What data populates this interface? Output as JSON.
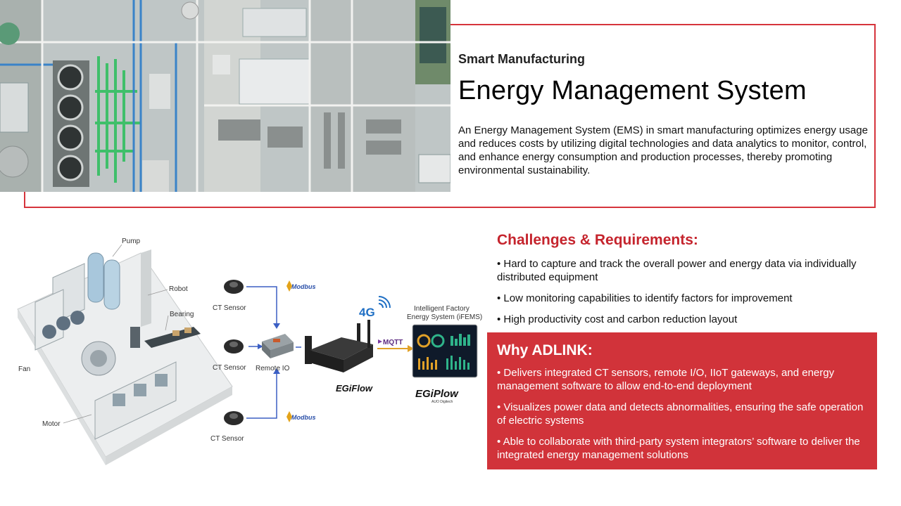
{
  "header": {
    "subtitle": "Smart Manufacturing",
    "title": "Energy Management System",
    "intro": "An Energy Management System (EMS) in smart manufacturing optimizes energy usage and reduces costs by utilizing digital technologies and data analytics to monitor, control, and enhance energy consumption and production processes, thereby promoting environmental sustainability."
  },
  "diagram": {
    "factory_labels": [
      "Pump",
      "Robot",
      "Bearing",
      "Fan",
      "Motor"
    ],
    "sensor_label": "CT Sensor",
    "remote_io_label": "Remote IO",
    "protocol_label": "Modbus",
    "network_label": "4G",
    "mqtt_label": "MQTT",
    "gateway_brand": "EGiFlow",
    "ifems_title_line1": "Intelligent Factory",
    "ifems_title_line2": "Energy System (iFEMS)",
    "ifems_brand": "EGiPlow",
    "ifems_sub": "AUO Digitech"
  },
  "challenges": {
    "heading": "Challenges & Requirements:",
    "items": [
      "• Hard to capture and track the overall power and energy data via individually distributed equipment",
      "• Low monitoring capabilities to identify factors for improvement",
      "• High productivity cost and carbon reduction layout"
    ]
  },
  "why": {
    "heading": "Why ADLINK:",
    "items": [
      "• Delivers integrated CT sensors, remote I/O, IIoT gateways, and energy management software to allow end-to-end deployment",
      "• Visualizes power data and detects abnormalities, ensuring the safe operation of electric systems",
      "• Able to collaborate with third-party system integrators’ software to deliver the integrated energy management solutions"
    ]
  },
  "colors": {
    "accent": "#d1333a",
    "heading_red": "#c5242d"
  }
}
